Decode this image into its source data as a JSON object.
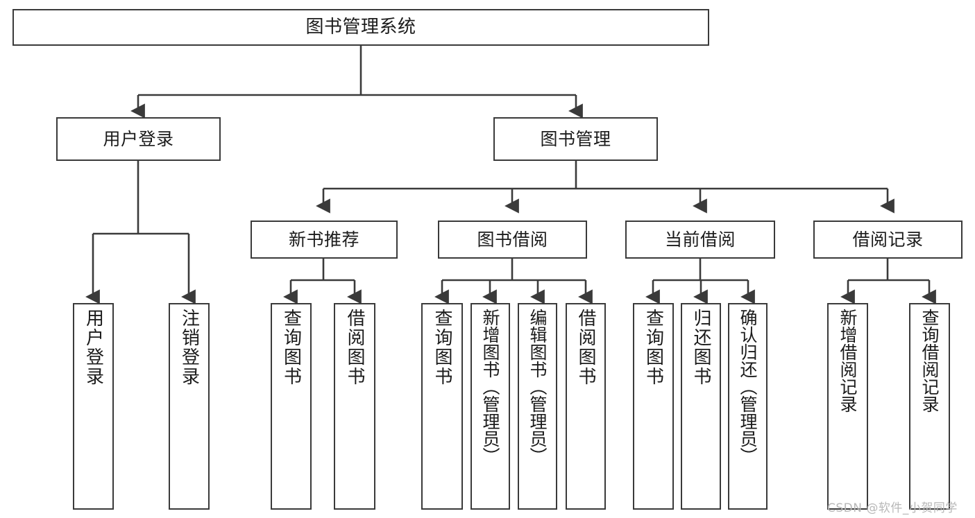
{
  "diagram": {
    "type": "tree-hierarchy-chart",
    "title": "图书管理系统",
    "orientation": "top-down",
    "colors": {
      "box_border": "#3a3a3a",
      "box_fill": "#ffffff",
      "connector": "#3a3a3a",
      "text": "#1b1b1b",
      "watermark": "#b8b8b8",
      "background": "#ffffff"
    },
    "levels": {
      "level1": [
        "图书管理系统"
      ],
      "level2": [
        "用户登录",
        "图书管理"
      ],
      "level3": [
        "新书推荐",
        "图书借阅",
        "当前借阅",
        "借阅记录"
      ],
      "level4": [
        "用户登录",
        "注销登录",
        "查询图书",
        "借阅图书",
        "查询图书",
        "新增图书（管理员）",
        "编辑图书（管理员）",
        "借阅图书",
        "查询图书",
        "归还图书",
        "确认归还（管理员）",
        "新增借阅记录",
        "查询借阅记录"
      ]
    },
    "nodes": {
      "root": {
        "label": "图书管理系统"
      },
      "user_login": {
        "label": "用户登录"
      },
      "book_manage": {
        "label": "图书管理"
      },
      "new_book_rec": {
        "label": "新书推荐"
      },
      "book_borrow": {
        "label": "图书借阅"
      },
      "current_borrow": {
        "label": "当前借阅"
      },
      "borrow_record": {
        "label": "借阅记录"
      },
      "leaf_user_login": {
        "label": "用户登录"
      },
      "leaf_logout": {
        "label": "注销登录"
      },
      "leaf_query_book_1": {
        "label": "查询图书"
      },
      "leaf_borrow_book_1": {
        "label": "借阅图书"
      },
      "leaf_query_book_2": {
        "label": "查询图书"
      },
      "leaf_add_book": {
        "label": "新增图书（管理员）"
      },
      "leaf_edit_book": {
        "label": "编辑图书（管理员）"
      },
      "leaf_borrow_book_2": {
        "label": "借阅图书"
      },
      "leaf_query_book_3": {
        "label": "查询图书"
      },
      "leaf_return_book": {
        "label": "归还图书"
      },
      "leaf_confirm_return": {
        "label": "确认归还（管理员）"
      },
      "leaf_add_record": {
        "label": "新增借阅记录"
      },
      "leaf_query_record": {
        "label": "查询借阅记录"
      }
    },
    "edges": [
      {
        "from": "root",
        "to": "user_login"
      },
      {
        "from": "root",
        "to": "book_manage"
      },
      {
        "from": "user_login",
        "to": "leaf_user_login"
      },
      {
        "from": "user_login",
        "to": "leaf_logout"
      },
      {
        "from": "book_manage",
        "to": "new_book_rec"
      },
      {
        "from": "book_manage",
        "to": "book_borrow"
      },
      {
        "from": "book_manage",
        "to": "current_borrow"
      },
      {
        "from": "book_manage",
        "to": "borrow_record"
      },
      {
        "from": "new_book_rec",
        "to": "leaf_query_book_1"
      },
      {
        "from": "new_book_rec",
        "to": "leaf_borrow_book_1"
      },
      {
        "from": "book_borrow",
        "to": "leaf_query_book_2"
      },
      {
        "from": "book_borrow",
        "to": "leaf_add_book"
      },
      {
        "from": "book_borrow",
        "to": "leaf_edit_book"
      },
      {
        "from": "book_borrow",
        "to": "leaf_borrow_book_2"
      },
      {
        "from": "current_borrow",
        "to": "leaf_query_book_3"
      },
      {
        "from": "current_borrow",
        "to": "leaf_return_book"
      },
      {
        "from": "current_borrow",
        "to": "leaf_confirm_return"
      },
      {
        "from": "borrow_record",
        "to": "leaf_add_record"
      },
      {
        "from": "borrow_record",
        "to": "leaf_query_record"
      }
    ]
  },
  "watermark": {
    "text": "CSDN @软件_小贺同学"
  }
}
